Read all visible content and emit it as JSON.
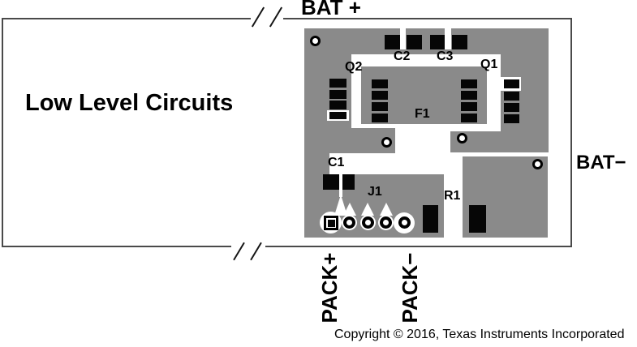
{
  "labels": {
    "low_level_circuits": "Low Level Circuits",
    "bat_plus": "BAT +",
    "bat_minus": "BAT−",
    "pack_plus": "PACK+",
    "pack_minus": "PACK−"
  },
  "pcb": {
    "components": {
      "C1": "C1",
      "C2": "C2",
      "C3": "C3",
      "Q1": "Q1",
      "Q2": "Q2",
      "F1": "F1",
      "J1": "J1",
      "R1": "R1"
    }
  },
  "footer": {
    "copyright": "Copyright © 2016, Texas Instruments Incorporated"
  },
  "colors": {
    "copper_gray": "#8a8a8a",
    "pad_black": "#060606",
    "box_outline": "#4a4a4a",
    "background": "#ffffff"
  }
}
